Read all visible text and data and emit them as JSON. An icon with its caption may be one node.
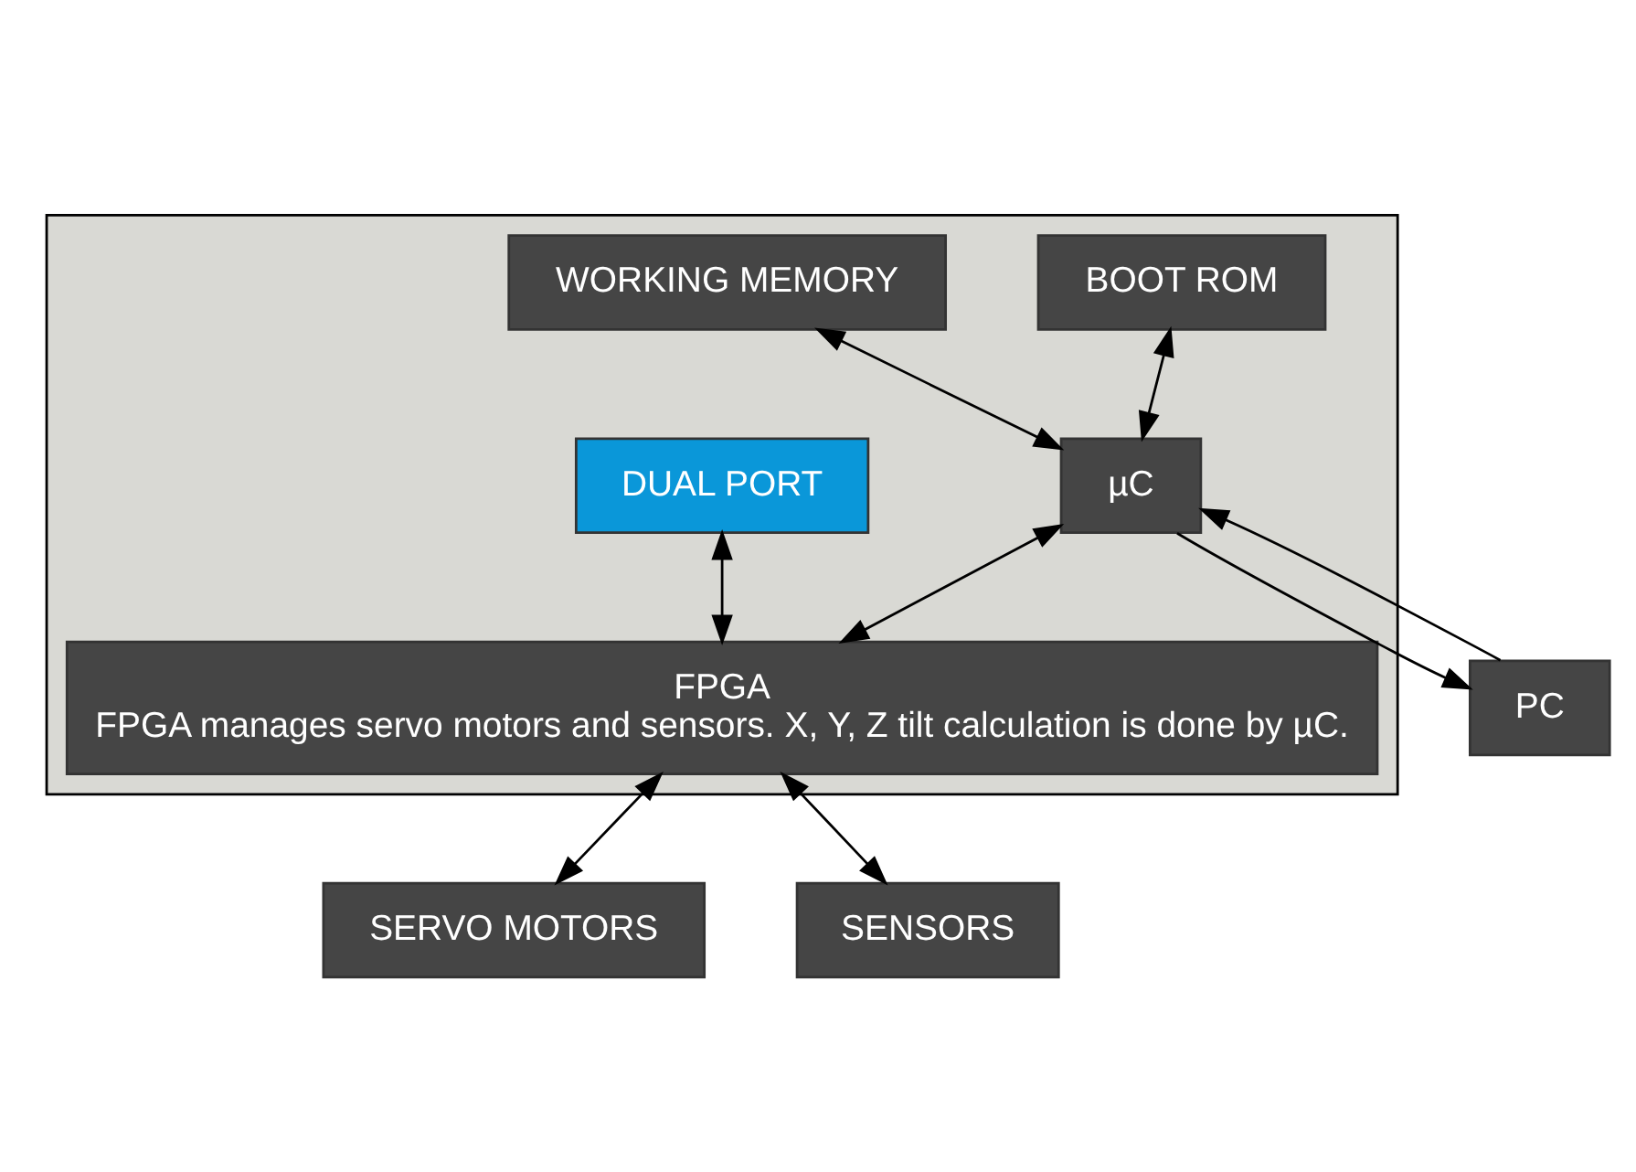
{
  "diagram": {
    "nodes": [
      {
        "text": [],
        "shape": "box"
      },
      {
        "text": [
          "BOOT ROM"
        ],
        "in": 0
      },
      {
        "text": [
          "WORKING MEMORY"
        ],
        "in": 0
      },
      {
        "text": [
          "PC"
        ]
      },
      {
        "text": [
          "µC"
        ],
        "in": 0
      },
      {
        "text": [
          "DUAL PORT"
        ],
        "in": 0
      },
      {
        "text": [
          "FPGA",
          "FPGA manages servo motors and sensors. X, Y, Z tilt calculation is done by µC."
        ],
        "in": 0
      },
      {
        "text": [
          "SERVO MOTORS"
        ]
      },
      {
        "text": [
          "SENSORS"
        ]
      }
    ],
    "edges": [
      {
        "from": 1,
        "to": 4,
        "arrow": "both"
      },
      {
        "from": 2,
        "to": 4,
        "arrow": "both"
      },
      {
        "from": 3,
        "to": 4,
        "arrow": "to"
      },
      {
        "from": 4,
        "to": 3,
        "arrow": "to"
      },
      {
        "from": 4,
        "to": 6,
        "arrow": "both"
      },
      {
        "from": 5,
        "to": 6,
        "arrow": "both"
      },
      {
        "from": 6,
        "to": 7,
        "arrow": "both"
      },
      {
        "from": 6,
        "to": 8,
        "arrow": "both"
      }
    ]
  }
}
